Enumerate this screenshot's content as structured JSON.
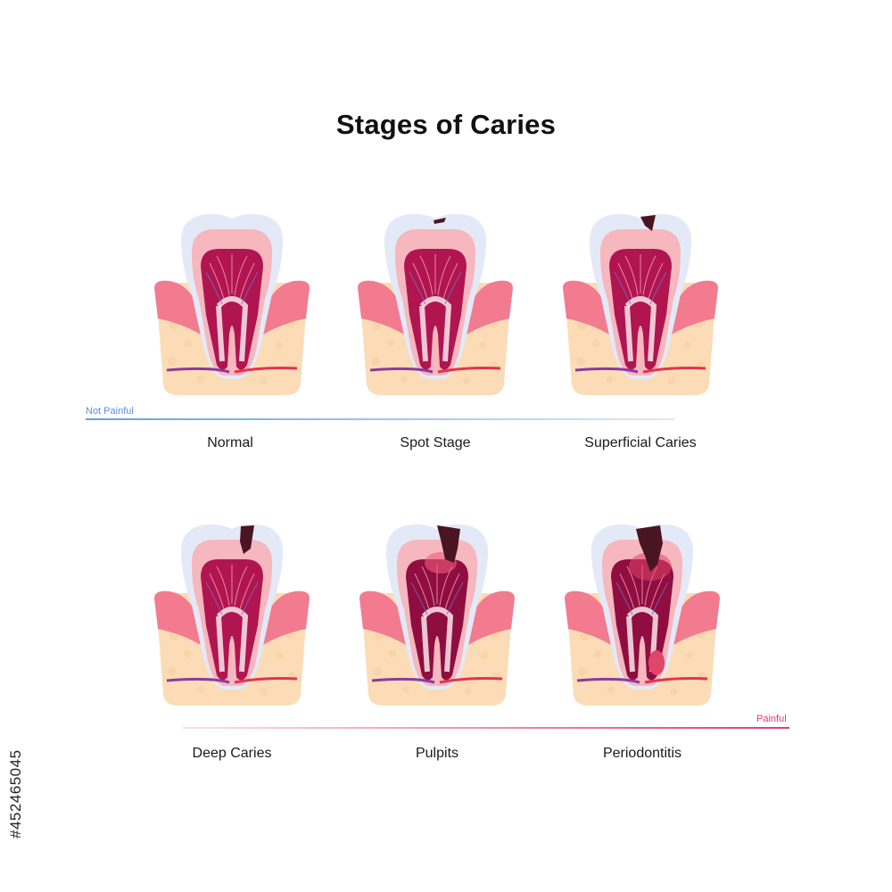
{
  "title": "Stages of Caries",
  "stages": [
    {
      "label": "Normal",
      "caries": 0
    },
    {
      "label": "Spot Stage",
      "caries": 1
    },
    {
      "label": "Superficial Caries",
      "caries": 2
    },
    {
      "label": "Deep Caries",
      "caries": 3
    },
    {
      "label": "Pulpits",
      "caries": 4
    },
    {
      "label": "Periodontitis",
      "caries": 5
    }
  ],
  "scale": {
    "not_painful": "Not Painful",
    "painful": "Painful"
  },
  "watermark": "#452465045",
  "colors": {
    "enamel": "#e4e9f7",
    "dentin": "#f6b7be",
    "pulp": "#b0154f",
    "gum": "#f27b90",
    "bone": "#fbdcb6",
    "decay": "#4a1523",
    "not_painful": "#5b8ee6",
    "painful": "#e23a73"
  }
}
